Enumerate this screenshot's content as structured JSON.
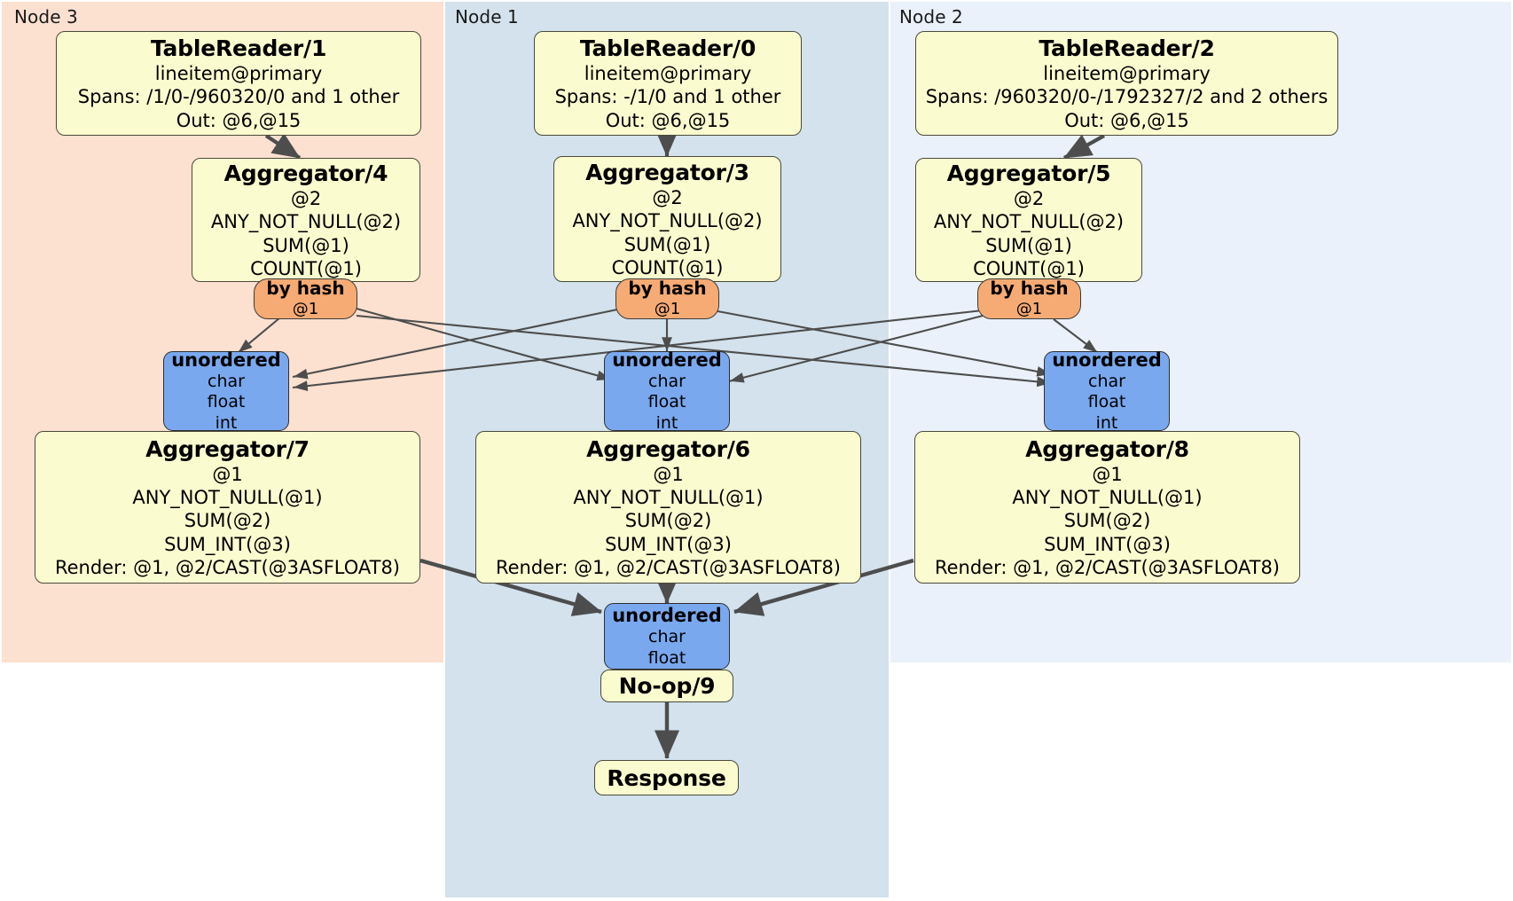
{
  "diagram": {
    "title": "Distributed SQL query plan",
    "colors": {
      "node3_bg": "#fce0d0",
      "node1_bg": "#d3e2ec",
      "node2_bg": "#eaf1fa",
      "processor_bg": "#fbfbd0",
      "router_bg": "#f6ab74",
      "sync_bg": "#79a8ef",
      "edge": "#4d4d4d",
      "border": "#3b3b38"
    }
  },
  "nodes": [
    {
      "id": "node3",
      "label": "Node 3"
    },
    {
      "id": "node1",
      "label": "Node 1"
    },
    {
      "id": "node2",
      "label": "Node 2"
    }
  ],
  "processors": {
    "table_reader_1": {
      "title": "TableReader/1",
      "lines": [
        "lineitem@primary",
        "Spans: /1/0-/960320/0 and 1 other",
        "Out: @6,@15"
      ]
    },
    "table_reader_0": {
      "title": "TableReader/0",
      "lines": [
        "lineitem@primary",
        "Spans: -/1/0 and 1 other",
        "Out: @6,@15"
      ]
    },
    "table_reader_2": {
      "title": "TableReader/2",
      "lines": [
        "lineitem@primary",
        "Spans: /960320/0-/1792327/2 and 2 others",
        "Out: @6,@15"
      ]
    },
    "aggregator_4": {
      "title": "Aggregator/4",
      "lines": [
        "@2",
        "ANY_NOT_NULL(@2)",
        "SUM(@1)",
        "COUNT(@1)"
      ]
    },
    "aggregator_3": {
      "title": "Aggregator/3",
      "lines": [
        "@2",
        "ANY_NOT_NULL(@2)",
        "SUM(@1)",
        "COUNT(@1)"
      ]
    },
    "aggregator_5": {
      "title": "Aggregator/5",
      "lines": [
        "@2",
        "ANY_NOT_NULL(@2)",
        "SUM(@1)",
        "COUNT(@1)"
      ]
    },
    "aggregator_7": {
      "title": "Aggregator/7",
      "lines": [
        "@1",
        "ANY_NOT_NULL(@1)",
        "SUM(@2)",
        "SUM_INT(@3)",
        "Render: @1, @2/CAST(@3ASFLOAT8)"
      ]
    },
    "aggregator_6": {
      "title": "Aggregator/6",
      "lines": [
        "@1",
        "ANY_NOT_NULL(@1)",
        "SUM(@2)",
        "SUM_INT(@3)",
        "Render: @1, @2/CAST(@3ASFLOAT8)"
      ]
    },
    "aggregator_8": {
      "title": "Aggregator/8",
      "lines": [
        "@1",
        "ANY_NOT_NULL(@1)",
        "SUM(@2)",
        "SUM_INT(@3)",
        "Render: @1, @2/CAST(@3ASFLOAT8)"
      ]
    },
    "noop_9": {
      "title": "No-op/9",
      "lines": []
    },
    "response": {
      "title": "Response",
      "lines": []
    }
  },
  "routers": {
    "by_hash_left": {
      "title": "by hash",
      "line": "@1"
    },
    "by_hash_center": {
      "title": "by hash",
      "line": "@1"
    },
    "by_hash_right": {
      "title": "by hash",
      "line": "@1"
    }
  },
  "synchronizers": {
    "unordered_left": {
      "title": "unordered",
      "lines": [
        "char",
        "float",
        "int"
      ]
    },
    "unordered_center": {
      "title": "unordered",
      "lines": [
        "char",
        "float",
        "int"
      ]
    },
    "unordered_right": {
      "title": "unordered",
      "lines": [
        "char",
        "float",
        "int"
      ]
    },
    "unordered_final": {
      "title": "unordered",
      "lines": [
        "char",
        "float"
      ]
    }
  }
}
